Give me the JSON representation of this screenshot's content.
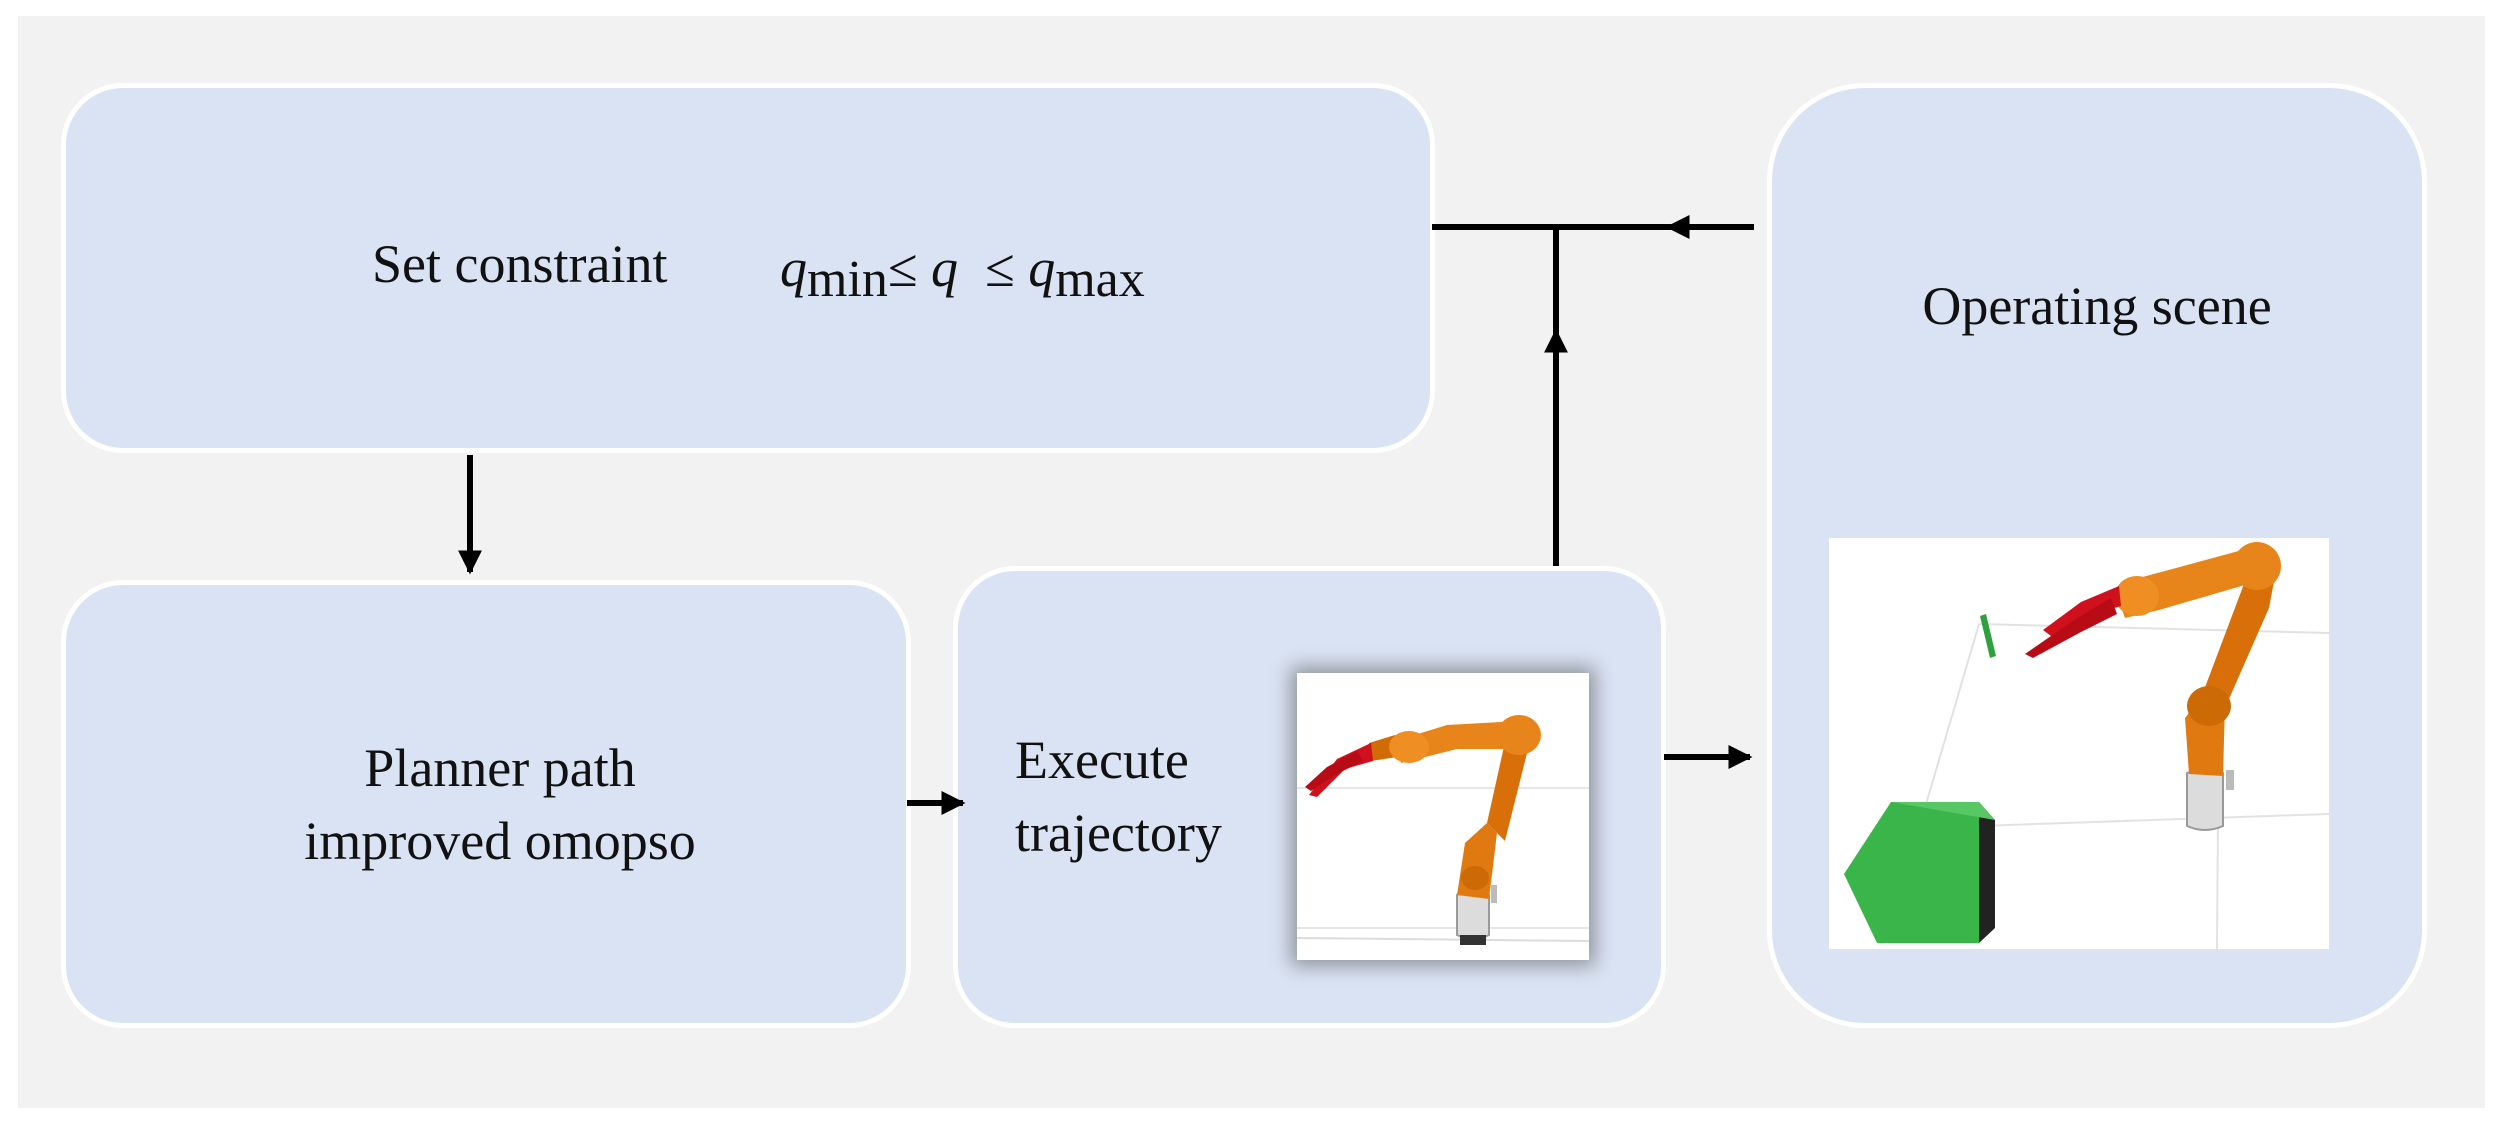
{
  "diagram": {
    "constraint": {
      "label": "Set constraint",
      "formula": {
        "q_left": "q",
        "min_sub": "min",
        "le1": "≤",
        "q_mid": "q",
        "le2": "≤",
        "q_right": "q",
        "max_sub": "max"
      }
    },
    "planner": {
      "line1": "Planner path",
      "line2": "improved omopso"
    },
    "execute": {
      "line1": "Execute",
      "line2": "trajectory"
    },
    "scene": {
      "label": "Operating scene"
    },
    "colors": {
      "background": "#f2f2f2",
      "box_fill": "#dae3f3",
      "box_border": "#ffffff",
      "arrow": "#000000",
      "robot_orange": "#e0780c",
      "gripper_red": "#d0101c",
      "cube_green": "#3ab54a"
    }
  }
}
